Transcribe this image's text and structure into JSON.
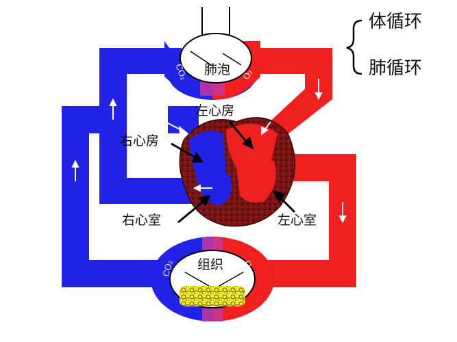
{
  "legend": {
    "systemic": "体循环",
    "pulmonary": "肺循环"
  },
  "labels": {
    "alveolus": "肺泡",
    "tissue": "组织",
    "left_atrium": "左心房",
    "right_atrium": "右心房",
    "right_ventricle": "右心室",
    "left_ventricle": "左心室"
  },
  "gases": {
    "alveolus_co2": "CO₂",
    "alveolus_o2": "O₂",
    "tissue_co2": "CO₂",
    "tissue_o2": "O₂"
  },
  "colors": {
    "venous": "#2323e8",
    "arterial": "#f02020",
    "heart_muscle": "#7a1010",
    "tissue_cells": "#e8e020"
  }
}
